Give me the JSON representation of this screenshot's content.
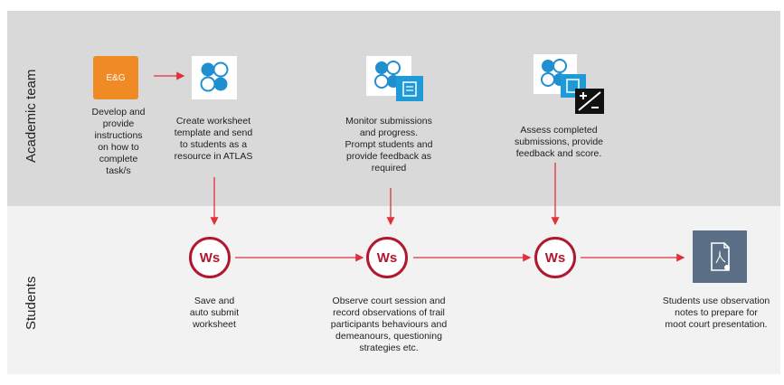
{
  "lanes": {
    "academic": "Academic team",
    "students": "Students"
  },
  "icons": {
    "orange_tile": "E&G"
  },
  "academic_steps": {
    "develop": "Develop and\nprovide\ninstructions\non how to\ncomplete\ntask/s",
    "create": "Create worksheet\ntemplate and send\nto students as a\nresource in ATLAS",
    "monitor": "Monitor submissions\nand progress.\nPrompt students and\nprovide feedback as\nrequired",
    "assess": "Assess completed\nsubmissions, provide\nfeedback and score."
  },
  "student_steps": {
    "ws_label": "Ws",
    "save": "Save and\nauto submit\nworksheet",
    "observe": "Observe court session and\nrecord observations of trail\nparticipants behaviours and\ndemeanours, questioning\nstrategies etc.",
    "use": "Students use observation\nnotes to prepare for\nmoot court presentation."
  },
  "colors": {
    "arrow": "#e0303a",
    "ws_ring": "#b0182e",
    "orange": "#f08a24",
    "blue": "#1f8fd0",
    "doc_tile": "#5b6f86"
  }
}
